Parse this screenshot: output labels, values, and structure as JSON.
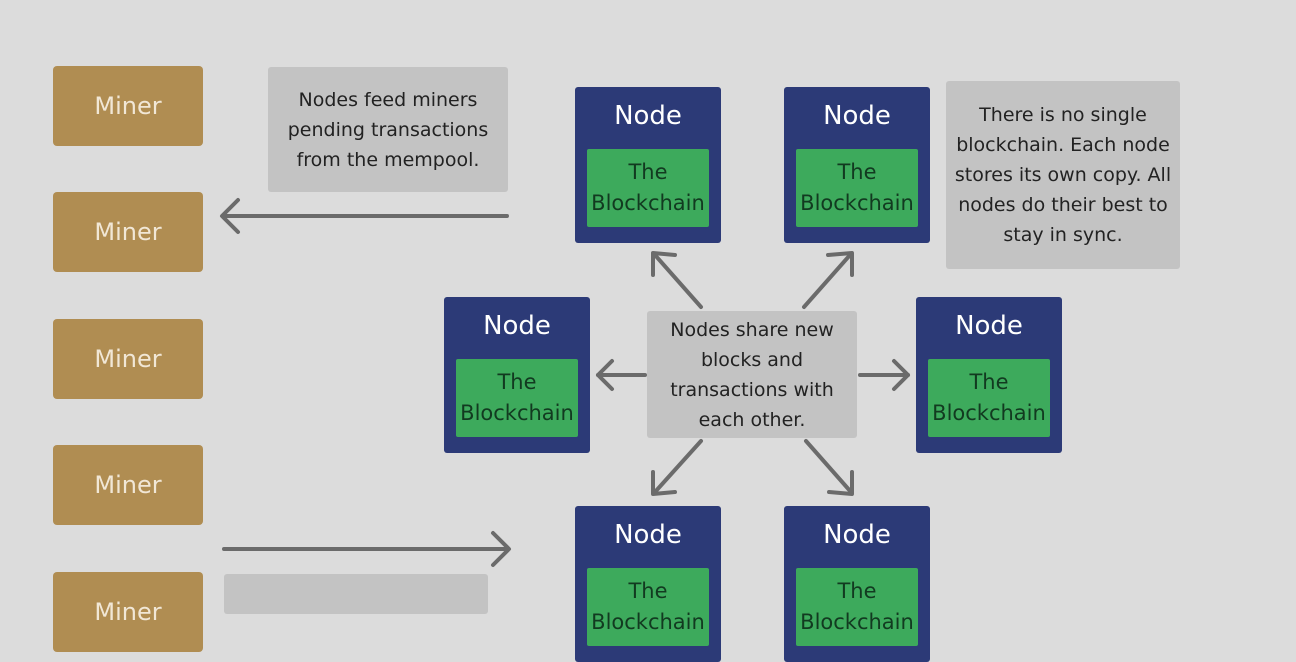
{
  "miners": [
    "Miner",
    "Miner",
    "Miner",
    "Miner",
    "Miner"
  ],
  "nodes": [
    {
      "title": "Node",
      "chain": "The Blockchain"
    },
    {
      "title": "Node",
      "chain": "The Blockchain"
    },
    {
      "title": "Node",
      "chain": "The Blockchain"
    },
    {
      "title": "Node",
      "chain": "The Blockchain"
    },
    {
      "title": "Node",
      "chain": "The Blockchain"
    },
    {
      "title": "Node",
      "chain": "The Blockchain"
    }
  ],
  "notes": {
    "feed": "Nodes feed miners pending transactions from the mempool.",
    "single": "There is no single blockchain. Each node stores its own copy. All nodes do their best to stay in sync.",
    "share": "Nodes share new blocks and transactions with each other.",
    "bottom": ""
  },
  "colors": {
    "miner": "#b08d52",
    "node": "#2c3a77",
    "blockchain": "#3daa5c",
    "note": "#c3c3c3",
    "arrow": "#6b6b6b",
    "background": "#dcdcdc"
  }
}
